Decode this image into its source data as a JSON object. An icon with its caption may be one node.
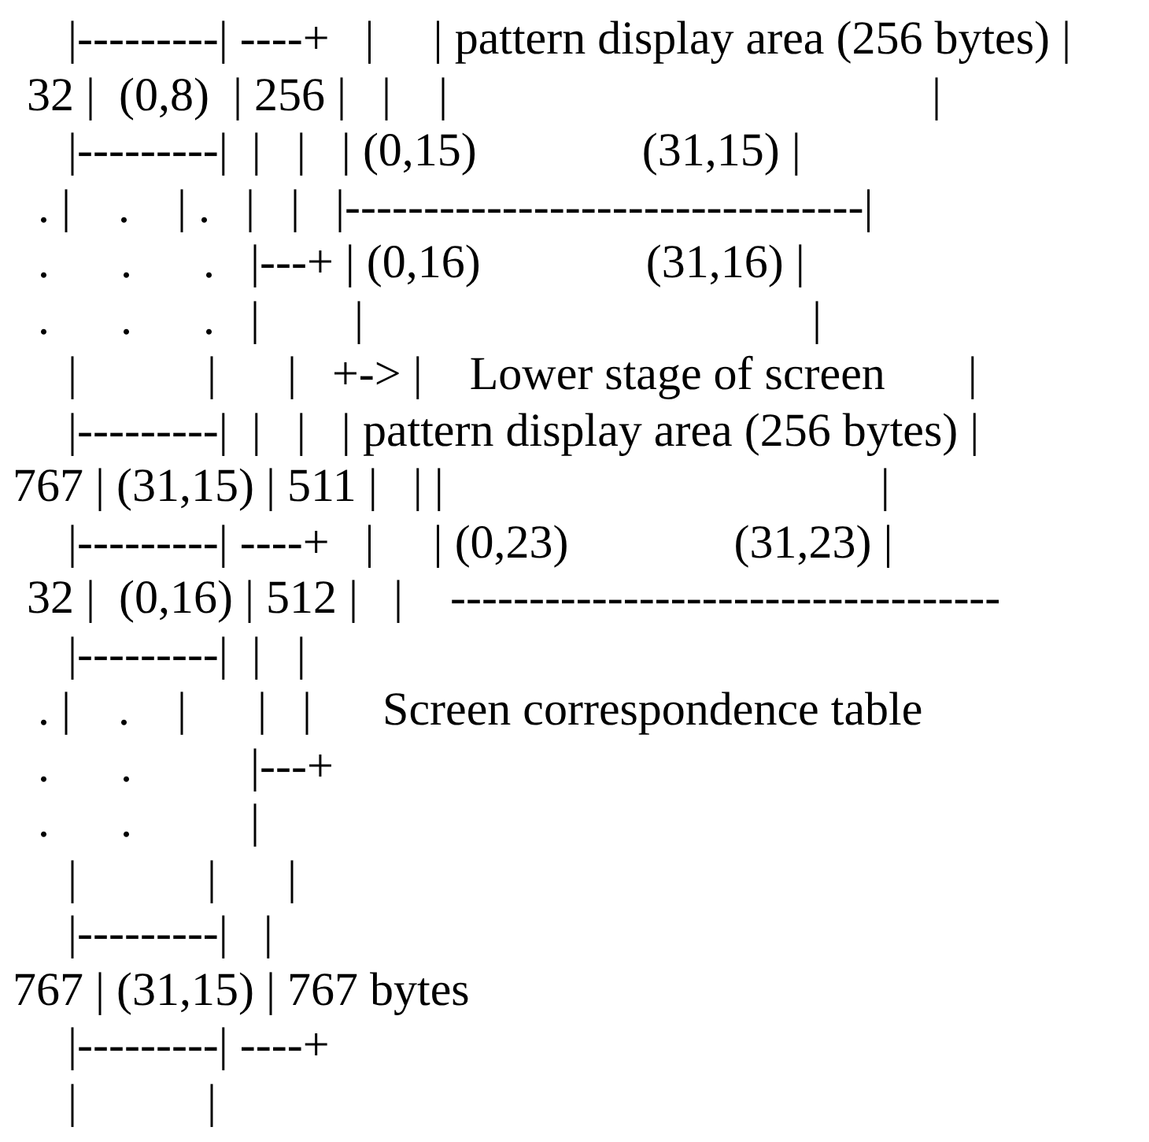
{
  "diagram": {
    "labels": [
      "|---------| ----+   |     | pattern display area (256 bytes) |",
      "32 |  (0,8)  | 256 |   |    |                                         |",
      "|---------|  |   |   | (0,15)              (31,15) |",
      ". |    .    | .   |   |   |---------------------------------|",
      ".      .      .   |---+ | (0,16)              (31,16) |",
      ".      .      .   |        |                                      |",
      "|           |      |   +-> |    Lower stage of screen       |",
      "|---------|  |   |   | pattern display area (256 bytes) |",
      "767 | (31,15) | 511 |   | |                                     |",
      "|---------| ----+   |     | (0,23)              (31,23) |",
      "32 |  (0,16) | 512 |   |    -----------------------------------",
      "|---------|  |   |",
      ". |    .    |      |   |      Screen correspondence table",
      ".      .          |---+",
      ".      .          |",
      "|           |      |",
      "|---------|   |",
      "767 | (31,15) | 767 bytes",
      "|---------| ----+",
      "|           |"
    ]
  }
}
